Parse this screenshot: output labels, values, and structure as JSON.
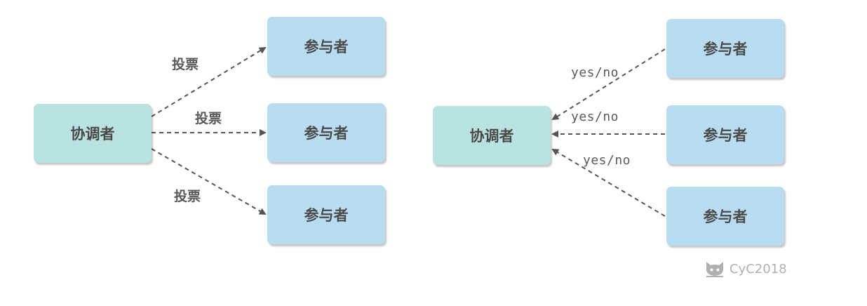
{
  "left_diagram": {
    "coordinator": {
      "label": "协调者"
    },
    "participants": [
      {
        "label": "参与者"
      },
      {
        "label": "参与者"
      },
      {
        "label": "参与者"
      }
    ],
    "edge_labels": [
      "投票",
      "投票",
      "投票"
    ]
  },
  "right_diagram": {
    "coordinator": {
      "label": "协调者"
    },
    "participants": [
      {
        "label": "参与者"
      },
      {
        "label": "参与者"
      },
      {
        "label": "参与者"
      }
    ],
    "edge_labels": [
      "yes/no",
      "yes/no",
      "yes/no"
    ]
  },
  "watermark": {
    "text": "CyC2018",
    "icon": "github-octocat-icon"
  },
  "colors": {
    "coordinator_fill": "#b8e3e0",
    "participant_fill": "#b9ddf0",
    "arrow": "#555555",
    "watermark": "#b0b0b0"
  }
}
